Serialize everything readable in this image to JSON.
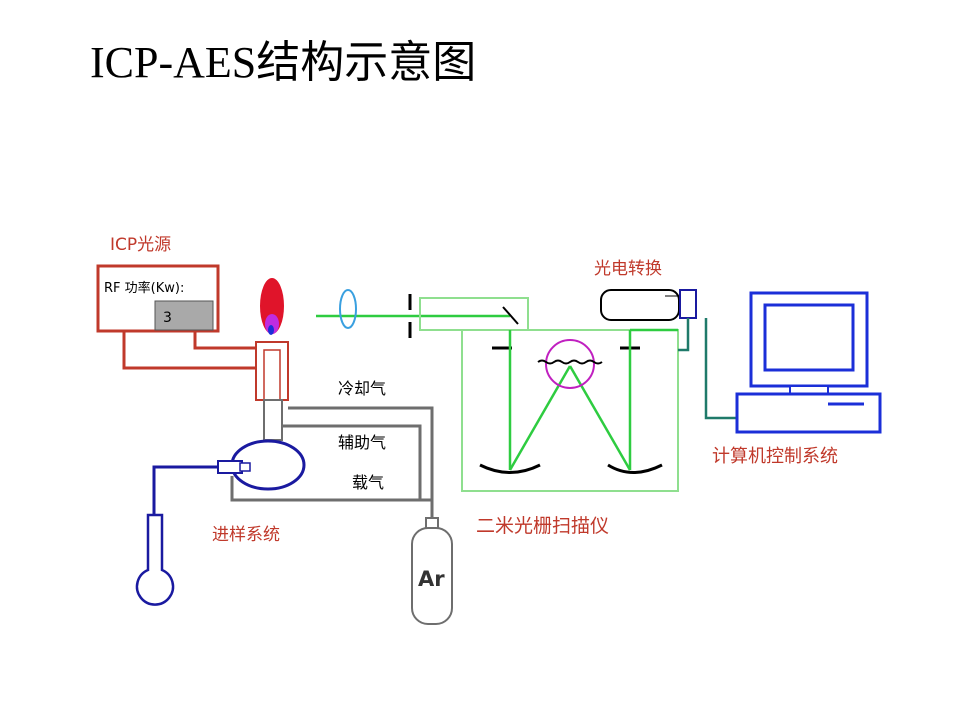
{
  "title": "ICP-AES结构示意图",
  "labels": {
    "icp_source": "ICP光源",
    "rf_power": "RF 功率(Kw):",
    "rf_value": "3",
    "cooling_gas": "冷却气",
    "auxiliary_gas": "辅助气",
    "carrier_gas": "载气",
    "sample_intro": "进样系统",
    "argon": "Ar",
    "photo_conversion": "光电转换",
    "monochromator": "二米光栅扫描仪",
    "computer_control": "计算机控制系统"
  },
  "colors": {
    "icp_box": "#c0392b",
    "gas_lines": "#6e6e6e",
    "nebulizer": "#1a1aa0",
    "light_path": "#2ecc40",
    "lens": "#3aa0e0",
    "grating": "#c020c0",
    "data_line": "#1f7a6a",
    "monitor": "#1b2fd8"
  }
}
